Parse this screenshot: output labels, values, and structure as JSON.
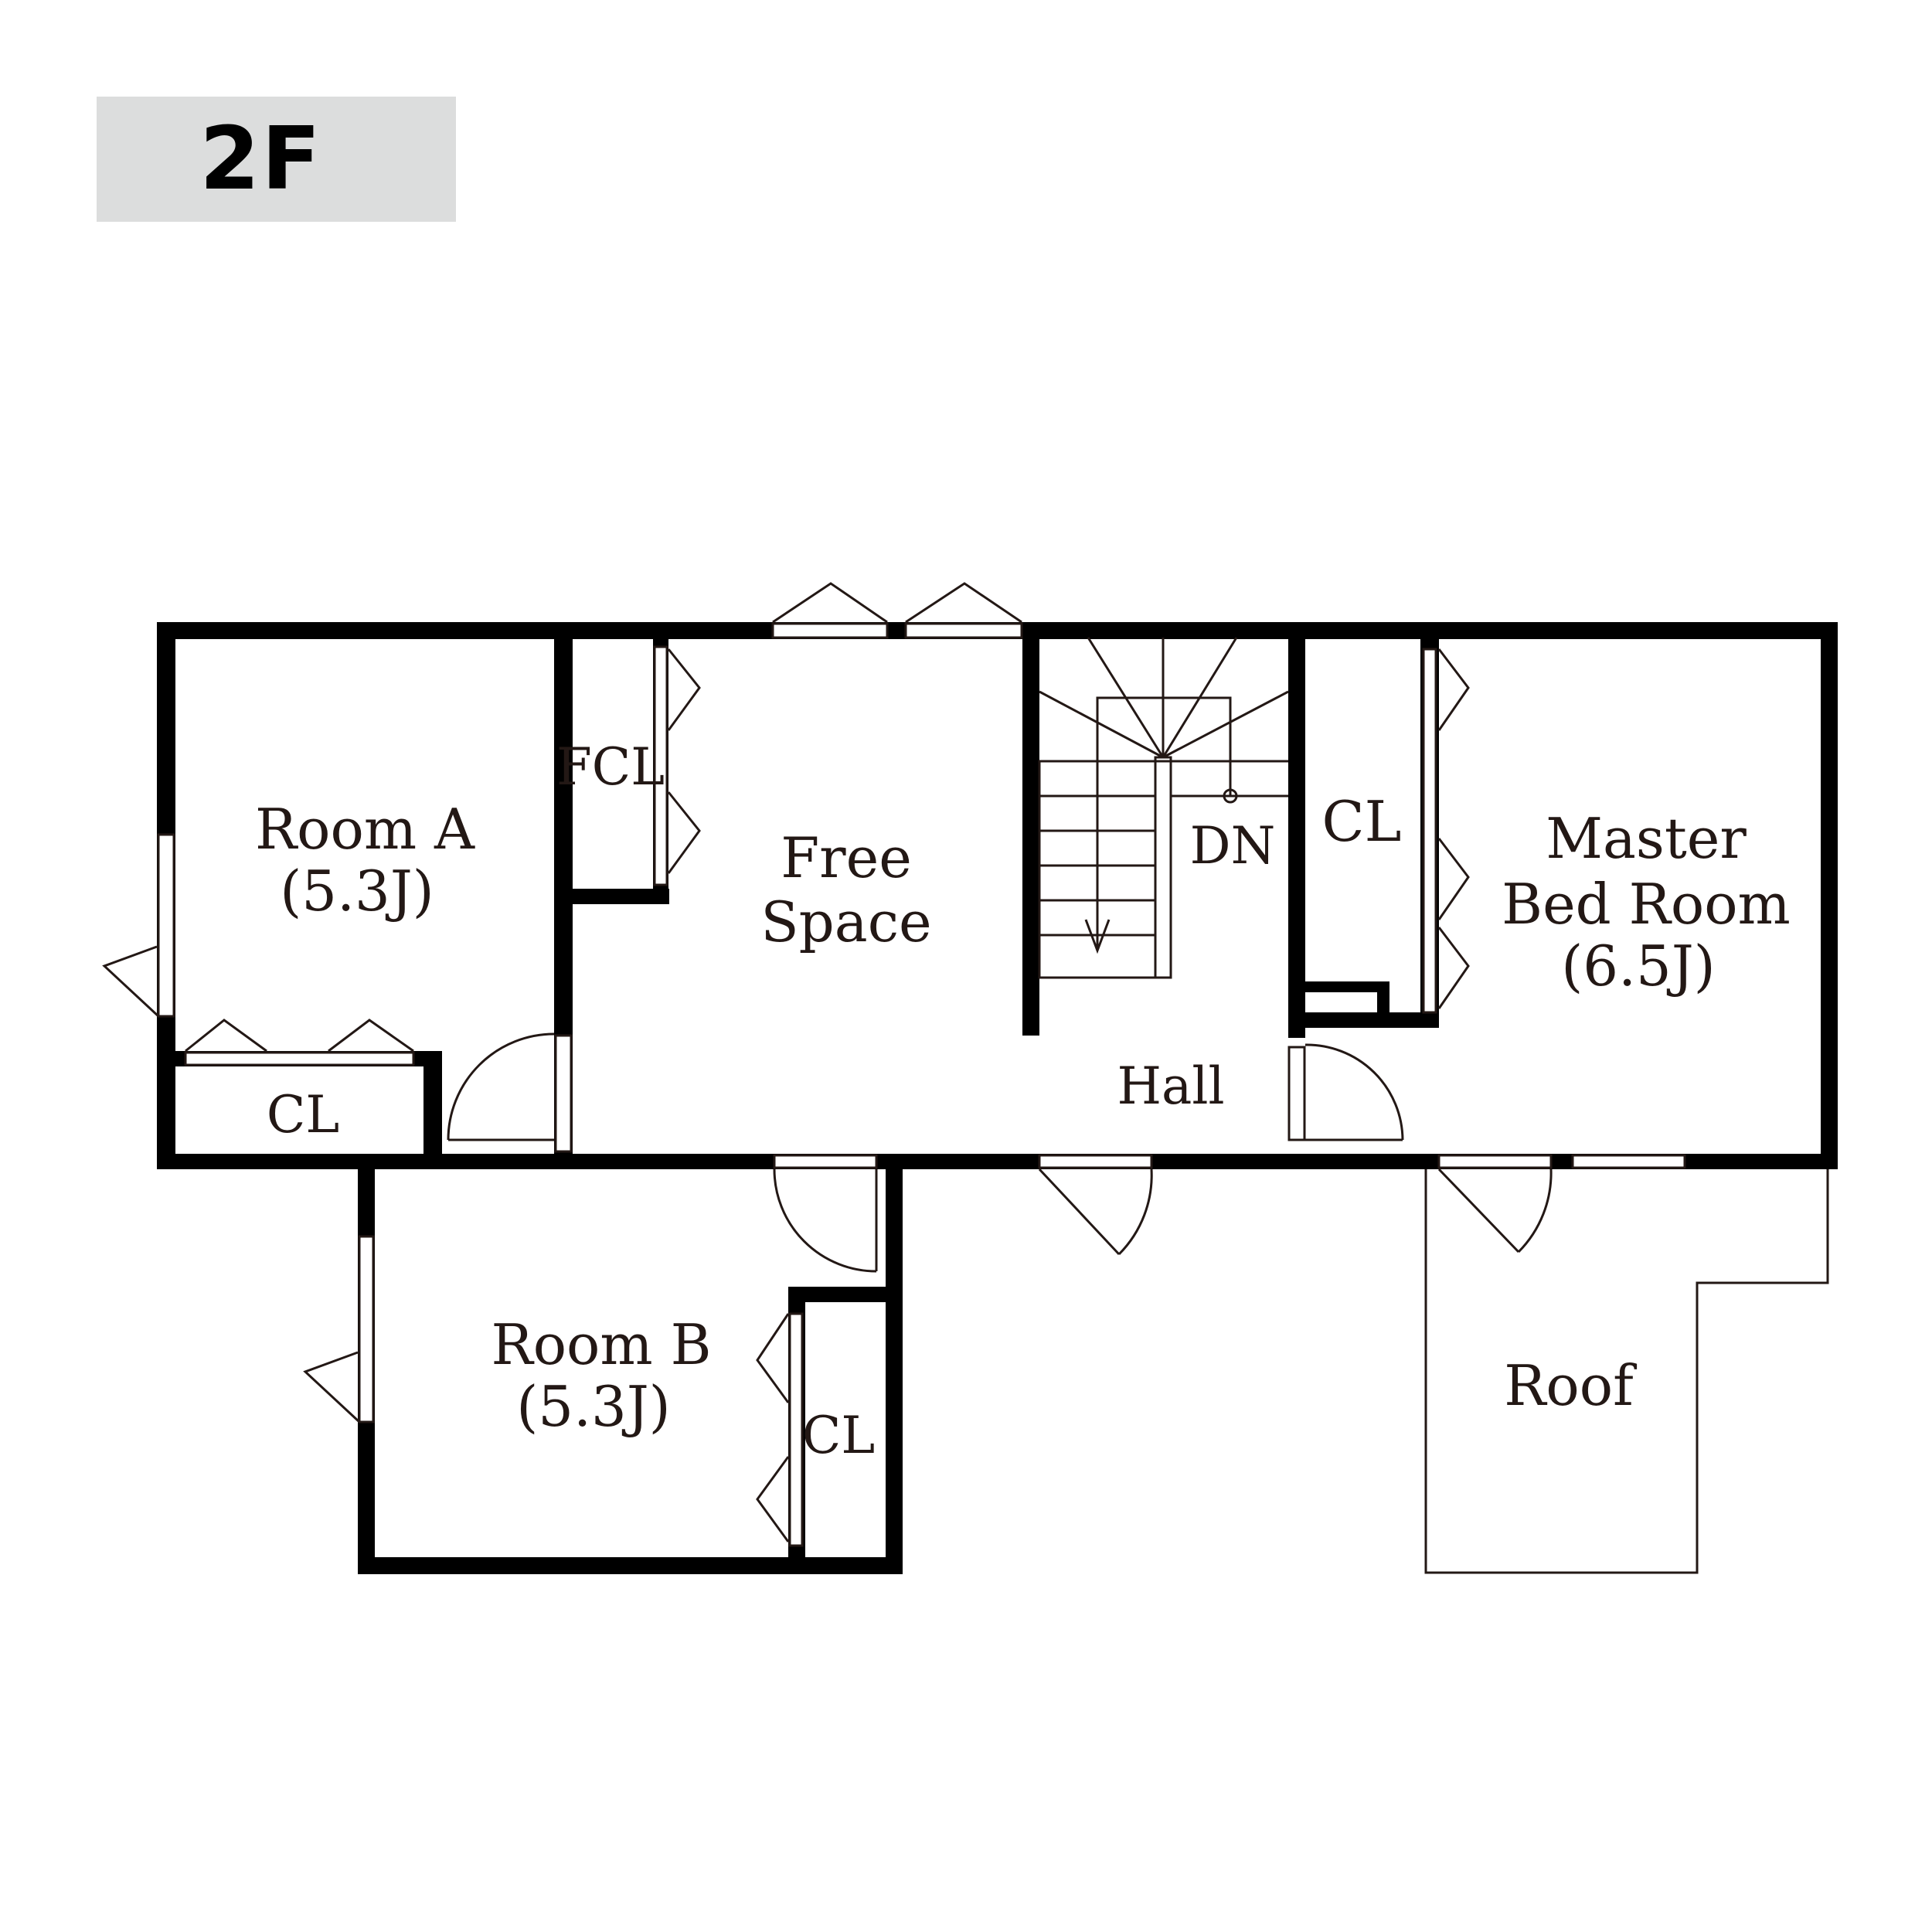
{
  "floor_label": "2F",
  "colors": {
    "badge_bg": "#dcdddd",
    "wall": "#000000",
    "text": "#231815"
  },
  "rooms": {
    "room_a": {
      "name": "Room A",
      "size": "(5.3J)"
    },
    "fcl": {
      "name": "FCL"
    },
    "free_space": {
      "name_line1": "Free",
      "name_line2": "Space"
    },
    "stairs": {
      "label": "DN"
    },
    "cl_master": {
      "name": "CL"
    },
    "master": {
      "name_line1": "Master",
      "name_line2": "Bed Room",
      "size": "(6.5J)"
    },
    "hall": {
      "name": "Hall"
    },
    "cl_room_a": {
      "name": "CL"
    },
    "room_b": {
      "name": "Room B",
      "size": "(5.3J)"
    },
    "cl_room_b": {
      "name": "CL"
    },
    "roof": {
      "name": "Roof"
    }
  }
}
